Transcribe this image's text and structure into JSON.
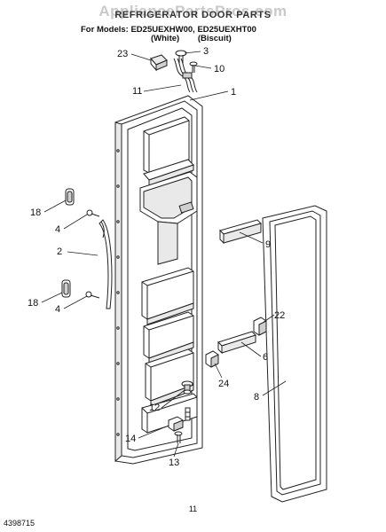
{
  "header": {
    "watermark": "AppliancePartsPros.com",
    "title": "REFRIGERATOR DOOR PARTS",
    "models_line": "For Models: ED25UEXHW00, ED25UEXHT00",
    "variant_1": "(White)",
    "variant_2": "(Biscuit)"
  },
  "callouts": {
    "c23": "23",
    "c3": "3",
    "c10": "10",
    "c11": "11",
    "c1": "1",
    "c18a": "18",
    "c4a": "4",
    "c2": "2",
    "c9": "9",
    "c18b": "18",
    "c4b": "4",
    "c22": "22",
    "c6": "6",
    "c24": "24",
    "c12": "12",
    "c8": "8",
    "c14": "14",
    "c13": "13"
  },
  "footer": {
    "page_number": "11",
    "doc_number": "4398715"
  }
}
